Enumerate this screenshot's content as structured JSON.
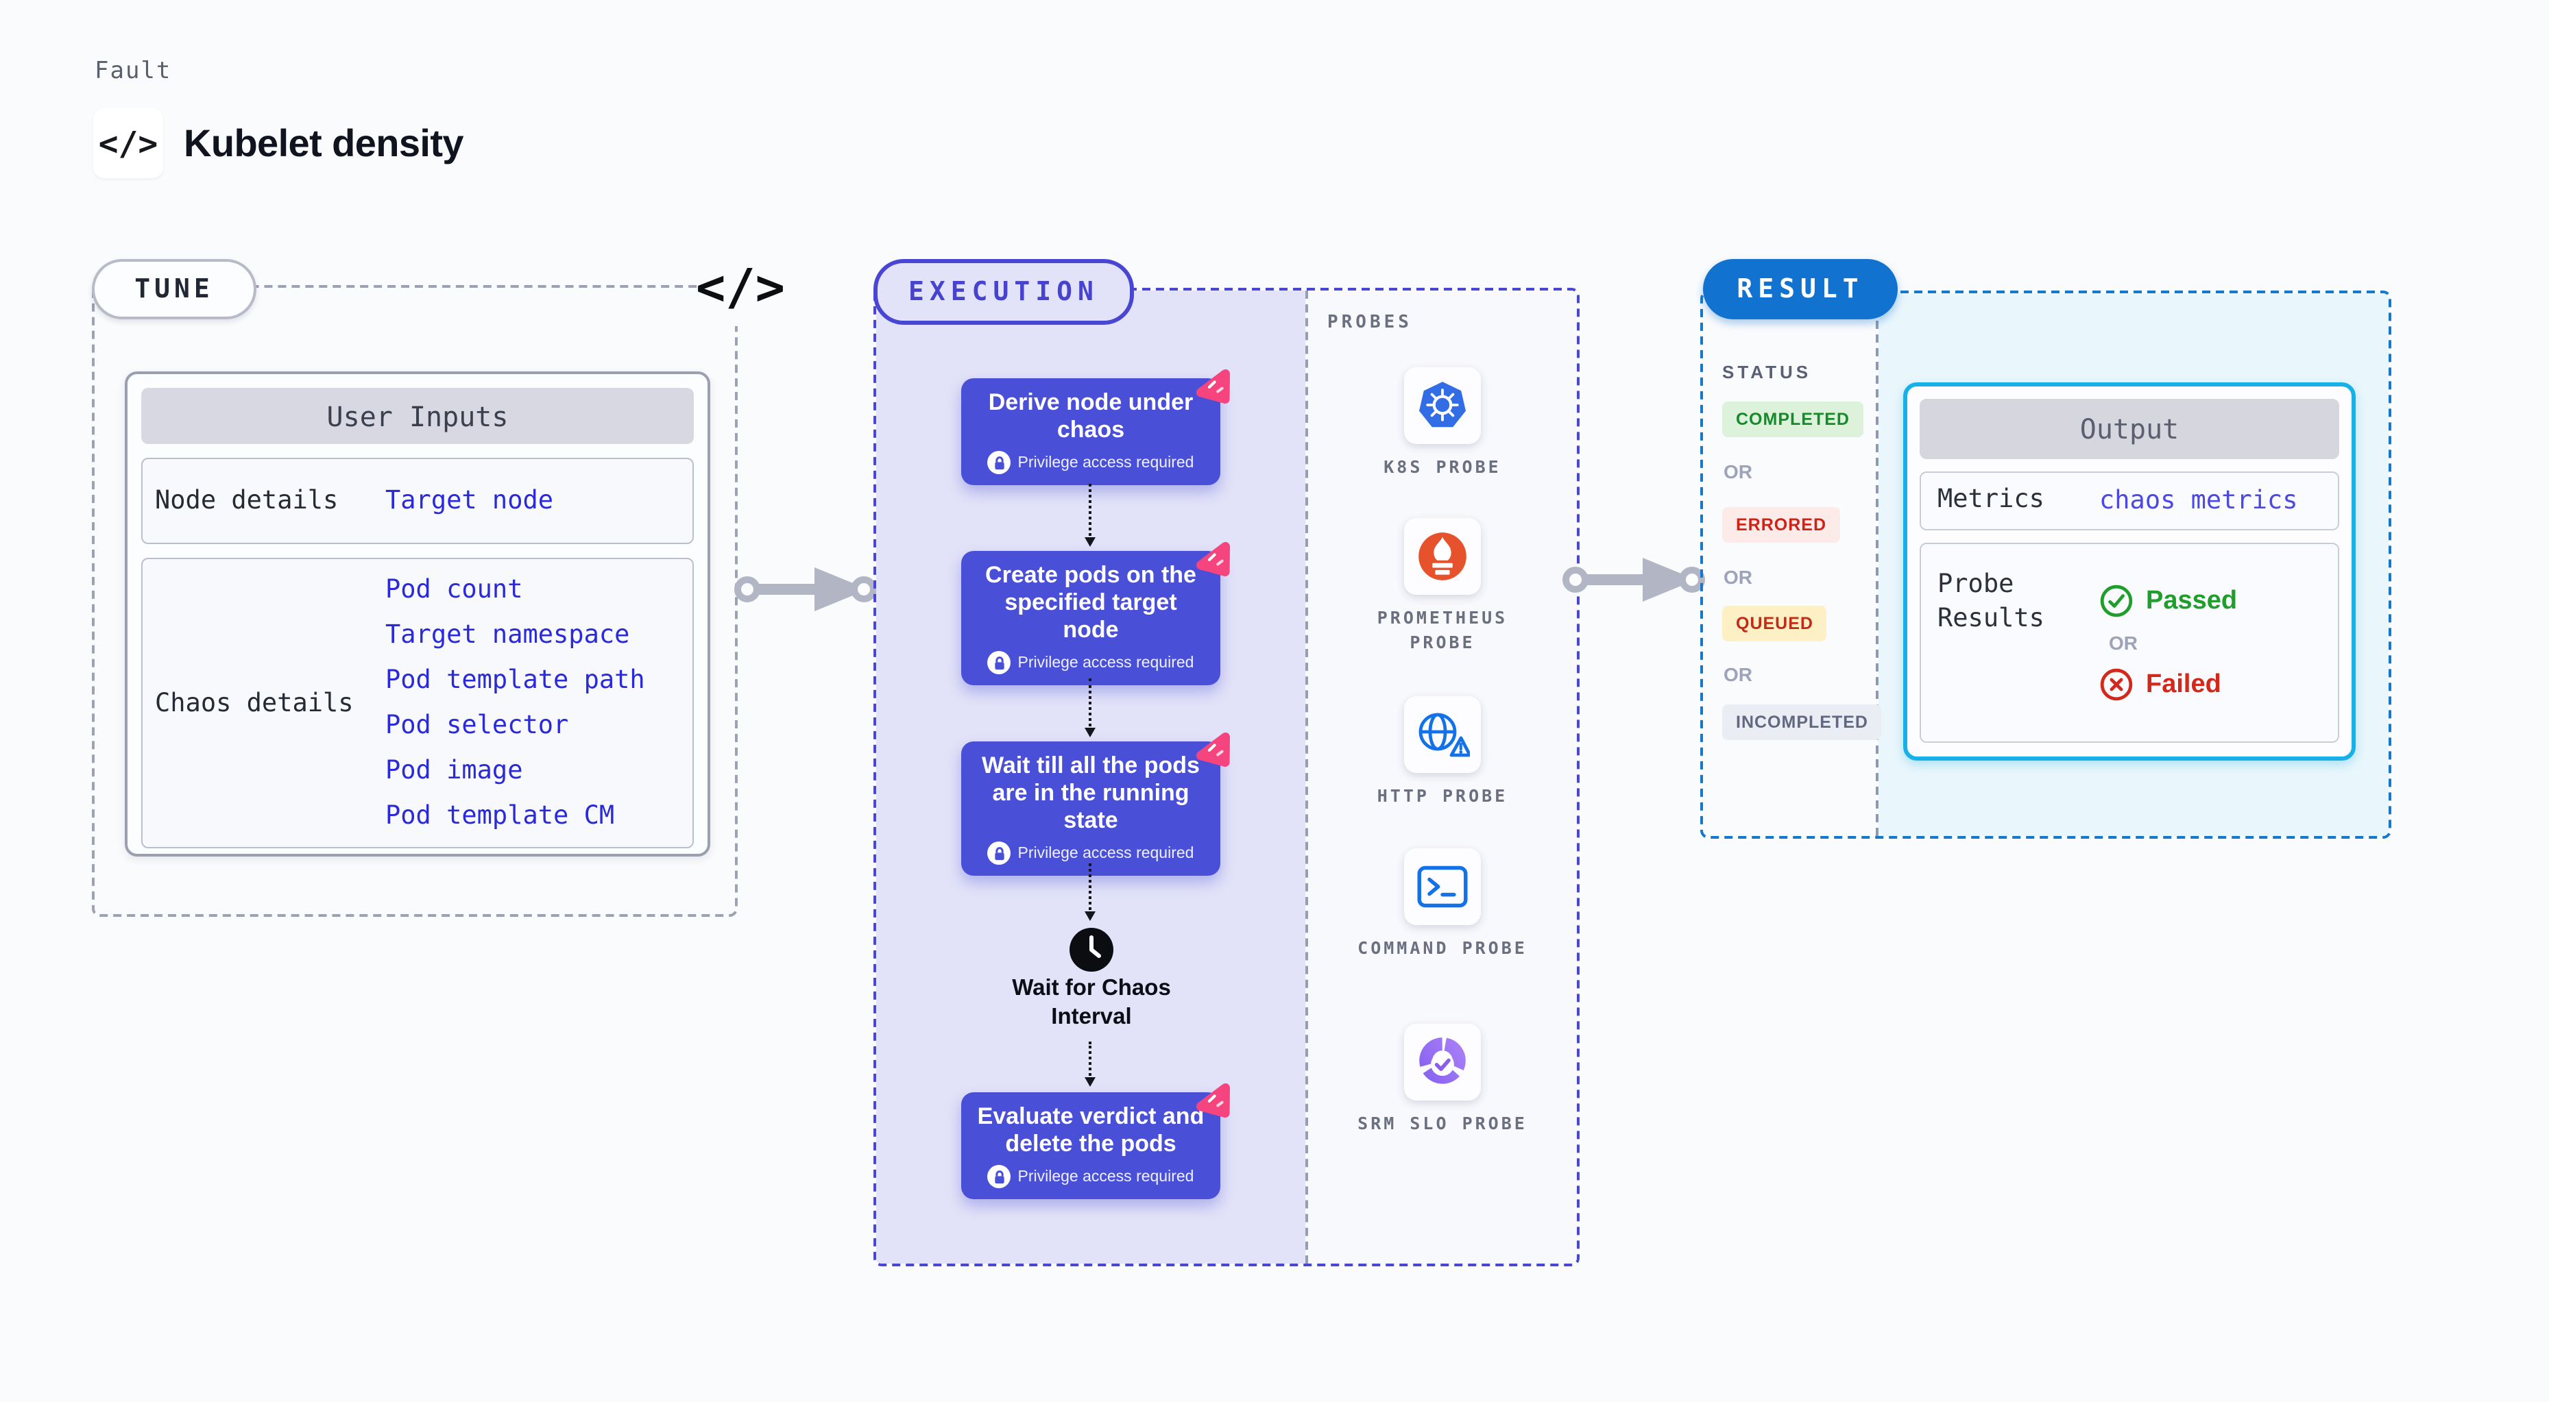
{
  "header": {
    "breadcrumb": "Fault",
    "code_glyph": "</>",
    "title": "Kubelet density"
  },
  "tune": {
    "badge": "TUNE",
    "code_glyph": "</>",
    "user_inputs": {
      "title": "User Inputs",
      "rows": [
        {
          "label": "Node details",
          "links": [
            "Target node"
          ]
        },
        {
          "label": "Chaos details",
          "links": [
            "Pod count",
            "Target namespace",
            "Pod template path",
            "Pod selector",
            "Pod image",
            "Pod template CM"
          ]
        }
      ]
    }
  },
  "execution": {
    "badge": "EXECUTION",
    "privilege_label": "Privilege access required",
    "steps": [
      {
        "title": "Derive node under chaos"
      },
      {
        "title": "Create pods on the specified target node"
      },
      {
        "title": "Wait till all the pods are in the running state"
      },
      {
        "title": "Evaluate verdict and delete the pods"
      }
    ],
    "wait_label": "Wait for Chaos Interval"
  },
  "probes": {
    "title": "PROBES",
    "items": [
      {
        "label": "K8S PROBE",
        "icon": "kubernetes-icon"
      },
      {
        "label": "PROMETHEUS PROBE",
        "icon": "prometheus-icon"
      },
      {
        "label": "HTTP PROBE",
        "icon": "globe-alert-icon"
      },
      {
        "label": "COMMAND PROBE",
        "icon": "terminal-icon"
      },
      {
        "label": "SRM SLO PROBE",
        "icon": "slo-donut-check-icon"
      }
    ]
  },
  "result": {
    "badge": "RESULT",
    "status": {
      "title": "STATUS",
      "or_label": "OR",
      "badges": [
        {
          "label": "COMPLETED",
          "type": "completed"
        },
        {
          "label": "ERRORED",
          "type": "errored"
        },
        {
          "label": "QUEUED",
          "type": "queued"
        },
        {
          "label": "INCOMPLETED",
          "type": "incompleted"
        }
      ]
    },
    "output": {
      "title": "Output",
      "metrics_label": "Metrics",
      "metrics_link": "chaos metrics",
      "probe_results_label": "Probe Results",
      "passed_label": "Passed",
      "or_label": "OR",
      "failed_label": "Failed"
    }
  },
  "colors": {
    "indigo_accent": "#4a46d4",
    "step_fill": "#4a4fd8",
    "link_blue": "#2a2ada",
    "metrics_link_violet": "#4b48e4",
    "result_blue": "#1173cf",
    "cyan_border": "#16b1e8",
    "success_green": "#1f9e2c",
    "fail_red": "#d2291c",
    "chaos_pink": "#f5447e"
  }
}
